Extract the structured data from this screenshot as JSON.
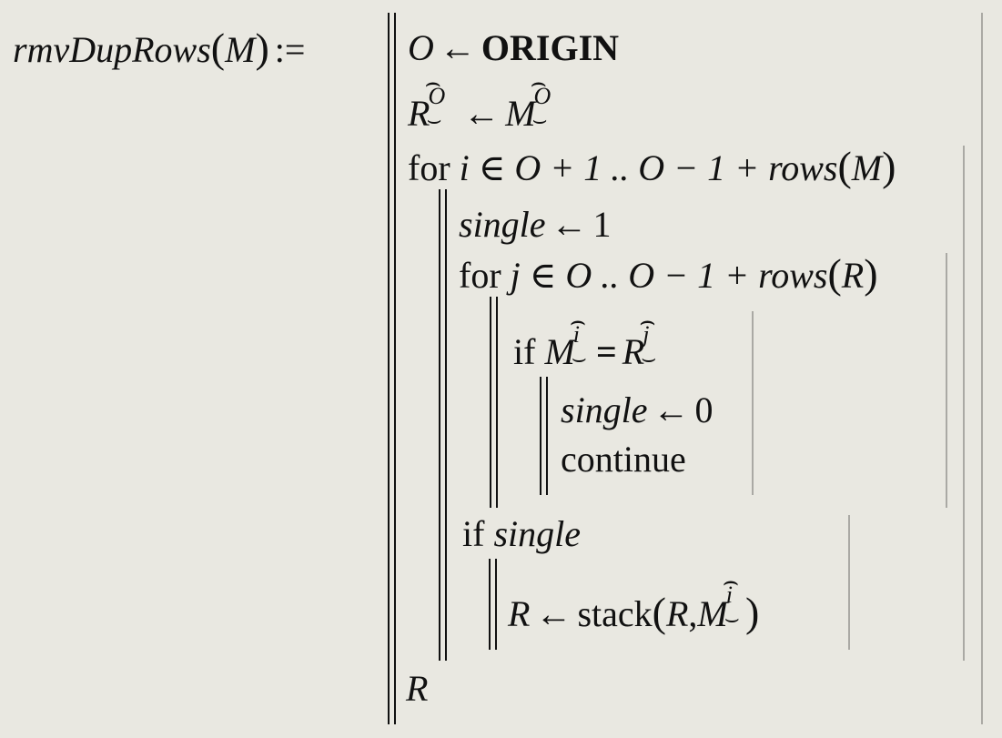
{
  "function": {
    "name": "rmvDupRows",
    "param": "M",
    "define_op": ":="
  },
  "lines": {
    "l1": {
      "var": "O",
      "arrow": "←",
      "value": "ORIGIN"
    },
    "l2": {
      "lhs": "R",
      "lhs_sup": "O",
      "arrow": "←",
      "rhs": "M",
      "rhs_sup": "O"
    },
    "l3": {
      "kw": "for",
      "var": "i",
      "in": "∈",
      "range": "O + 1 .. O − 1 + rows",
      "arg": "M"
    },
    "l4": {
      "var": "single",
      "arrow": "←",
      "value": "1"
    },
    "l5": {
      "kw": "for",
      "var": "j",
      "in": "∈",
      "range": "O .. O − 1 + rows",
      "arg": "R"
    },
    "l6": {
      "kw": "if",
      "lhs": "M",
      "lhs_sup": "i",
      "eq": "=",
      "rhs": "R",
      "rhs_sup": "j"
    },
    "l7": {
      "var": "single",
      "arrow": "←",
      "value": "0"
    },
    "l8": {
      "kw": "continue"
    },
    "l9": {
      "kw": "if",
      "cond": "single"
    },
    "l10": {
      "lhs": "R",
      "arrow": "←",
      "fn": "stack",
      "arg1": "R",
      "comma": ",",
      "arg2": "M",
      "arg2_sup": "i"
    },
    "l11": {
      "ret": "R"
    }
  }
}
